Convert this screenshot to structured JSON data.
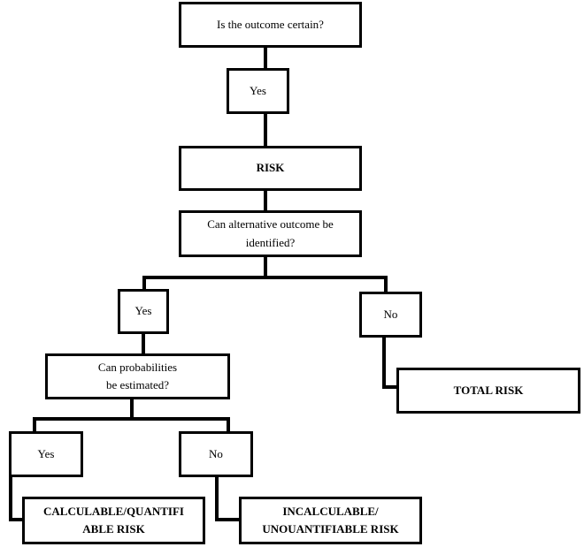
{
  "diagram": {
    "nodes": {
      "q_certain": "Is the outcome certain?",
      "yes_1": "Yes",
      "risk": "RISK",
      "q_alternative": "Can alternative outcome be\nidentified?",
      "yes_2": "Yes",
      "no_2": "No",
      "total_risk": "TOTAL RISK",
      "q_probabilities": "Can probabilities\nbe estimated?",
      "yes_3": "Yes",
      "no_3": "No",
      "calculable": "CALCULABLE/QUANTIFI\nABLE RISK",
      "incalculable": "INCALCULABLE/\nUNOUANTIFIABLE  RISK"
    },
    "edges": [
      {
        "from": "q_certain",
        "to": "yes_1"
      },
      {
        "from": "yes_1",
        "to": "risk"
      },
      {
        "from": "risk",
        "to": "q_alternative"
      },
      {
        "from": "q_alternative",
        "to": "yes_2"
      },
      {
        "from": "q_alternative",
        "to": "no_2"
      },
      {
        "from": "no_2",
        "to": "total_risk"
      },
      {
        "from": "yes_2",
        "to": "q_probabilities"
      },
      {
        "from": "q_probabilities",
        "to": "yes_3"
      },
      {
        "from": "q_probabilities",
        "to": "no_3"
      },
      {
        "from": "yes_3",
        "to": "calculable"
      },
      {
        "from": "no_3",
        "to": "incalculable"
      }
    ]
  }
}
